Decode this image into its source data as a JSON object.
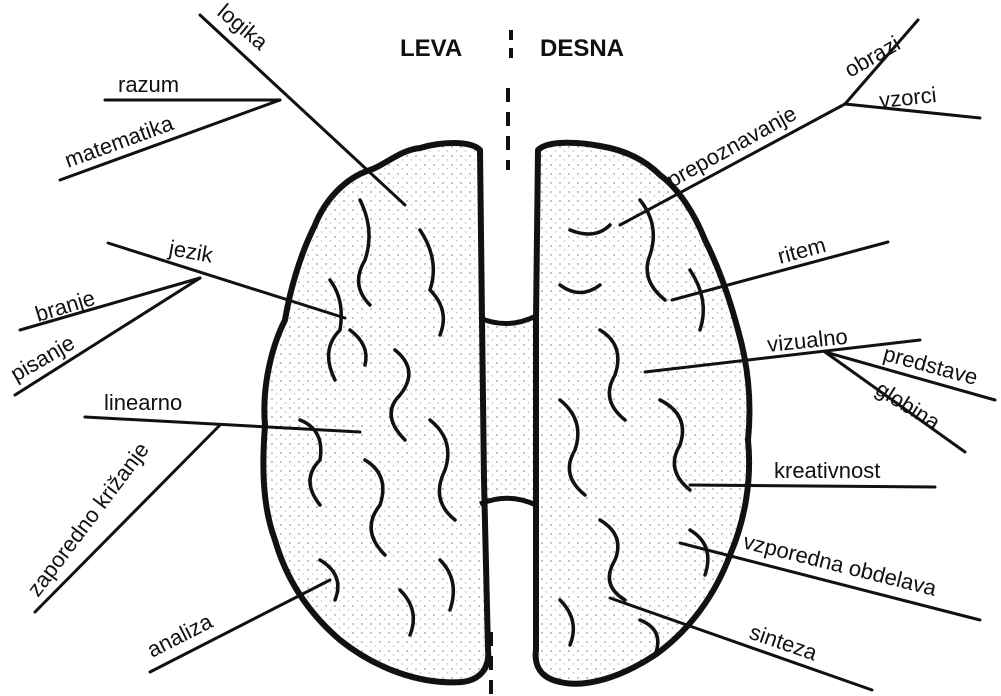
{
  "colors": {
    "ink": "#111111",
    "paper": "#ffffff",
    "stipple": "#9a9a9a"
  },
  "headings": {
    "left": "LEVA",
    "right": "DESNA"
  },
  "left_labels": {
    "logika": "logika",
    "razum": "razum",
    "matematika": "matematika",
    "jezik": "jezik",
    "branje": "branje",
    "pisanje": "pisanje",
    "linearno": "linearno",
    "zaporedno": "zaporedno križanje",
    "analiza": "analiza"
  },
  "right_labels": {
    "obrazi": "obrazi",
    "prepoznavanje": "prepoznavanje",
    "vzorci": "vzorci",
    "ritem": "ritem",
    "vizualno": "vizualno",
    "predstave": "predstave",
    "globina": "globina",
    "kreativnost": "kreativnost",
    "vzporedna": "vzporedna obdelava",
    "sinteza": "sinteza"
  }
}
